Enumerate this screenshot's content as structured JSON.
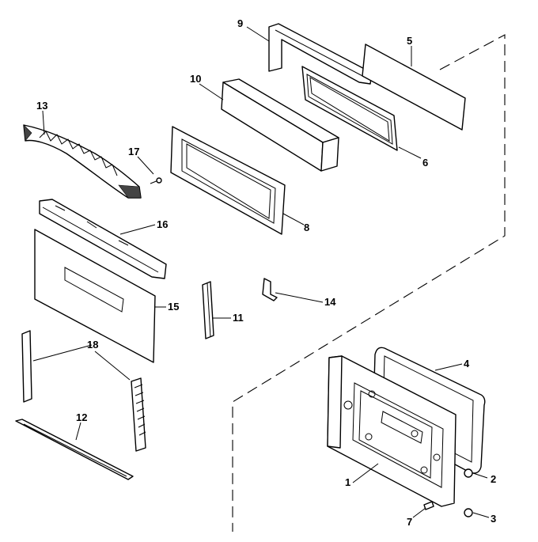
{
  "diagram": {
    "type": "exploded-parts-diagram",
    "callouts": [
      {
        "id": "1",
        "part": "door-inner-frame"
      },
      {
        "id": "2",
        "part": "fastener-nut"
      },
      {
        "id": "3",
        "part": "fastener-nut"
      },
      {
        "id": "4",
        "part": "door-gasket"
      },
      {
        "id": "5",
        "part": "glass-panel"
      },
      {
        "id": "6",
        "part": "window-frame"
      },
      {
        "id": "7",
        "part": "small-clip"
      },
      {
        "id": "8",
        "part": "window-liner"
      },
      {
        "id": "9",
        "part": "vent-trim"
      },
      {
        "id": "10",
        "part": "insulation-block"
      },
      {
        "id": "11",
        "part": "side-bracket"
      },
      {
        "id": "12",
        "part": "bottom-trim"
      },
      {
        "id": "13",
        "part": "door-handle"
      },
      {
        "id": "14",
        "part": "hinge-clip"
      },
      {
        "id": "15",
        "part": "outer-door-panel"
      },
      {
        "id": "16",
        "part": "top-channel"
      },
      {
        "id": "17",
        "part": "screw"
      },
      {
        "id": "18",
        "part": "side-trim"
      }
    ]
  }
}
